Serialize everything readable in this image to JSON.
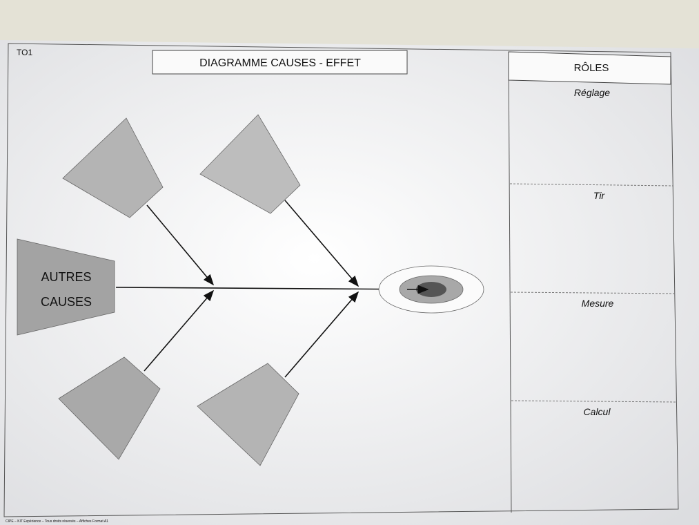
{
  "poster": {
    "code": "TO1",
    "title": "DIAGRAMME CAUSES - EFFET",
    "footer": "CIPE – KIT Expérience – Tous droits réservés – Affiches Format A1"
  },
  "diagram": {
    "other_causes_line1": "AUTRES",
    "other_causes_line2": "CAUSES"
  },
  "roles": {
    "header": "RÔLES",
    "items": [
      {
        "label": "Réglage"
      },
      {
        "label": "Tir"
      },
      {
        "label": "Mesure"
      },
      {
        "label": "Calcul"
      }
    ]
  },
  "colors": {
    "shape_fill": "#b4b4b4",
    "target_outer": "#ffffff",
    "target_mid": "#a8a8a8",
    "target_inner": "#555555"
  }
}
